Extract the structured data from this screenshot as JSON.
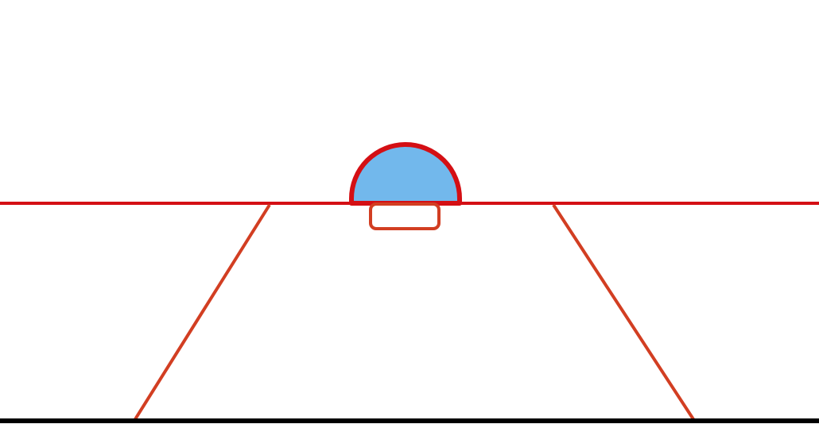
{
  "colors": {
    "background": "#ffffff",
    "horizon_line": "#d40f14",
    "dome_fill": "#72b8ec",
    "dome_stroke": "#d40f14",
    "road_edges": "#d23e22",
    "base_pad_stroke": "#d23e22",
    "ground_line": "#000000"
  },
  "elements": [
    {
      "name": "horizon-line",
      "shape": "line",
      "color_key": "horizon_line"
    },
    {
      "name": "dome-shape",
      "shape": "semicircle",
      "color_key": "dome_fill",
      "stroke_key": "dome_stroke"
    },
    {
      "name": "base-pad",
      "shape": "rounded-rect",
      "color_key": "base_pad_stroke"
    },
    {
      "name": "left-road-edge",
      "shape": "line",
      "color_key": "road_edges"
    },
    {
      "name": "right-road-edge",
      "shape": "line",
      "color_key": "road_edges"
    },
    {
      "name": "ground-line",
      "shape": "line",
      "color_key": "ground_line"
    }
  ]
}
